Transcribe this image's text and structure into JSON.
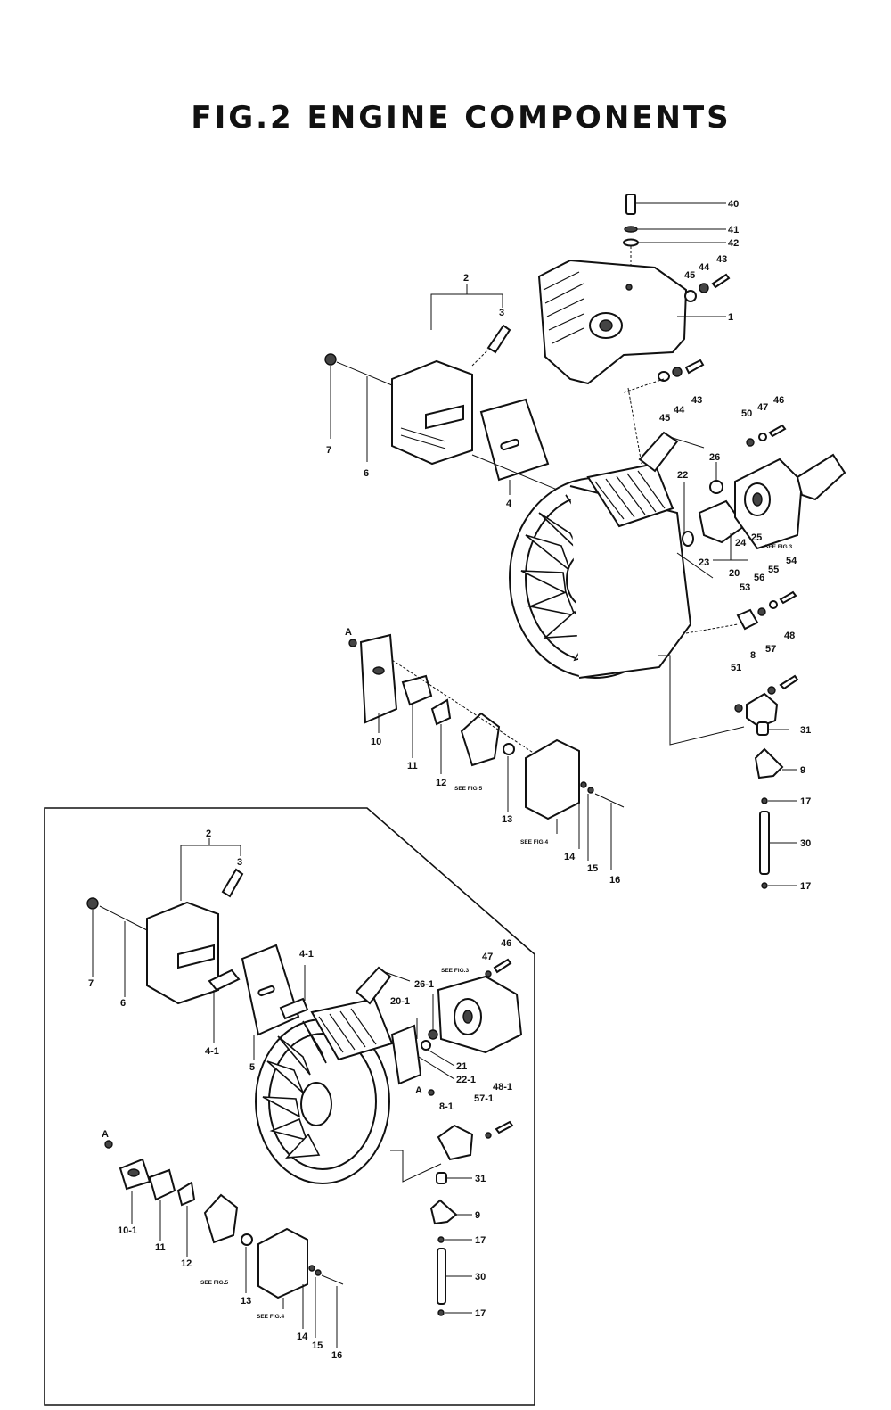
{
  "title": "FIG.2   ENGINE COMPONENTS",
  "main_labels": [
    "40",
    "41",
    "42",
    "43",
    "44",
    "45",
    "1",
    "2",
    "3",
    "7",
    "6",
    "45",
    "44",
    "43",
    "50",
    "47",
    "46",
    "4",
    "26",
    "22",
    "25",
    "24",
    "23",
    "20",
    "56",
    "55",
    "54",
    "53",
    "48",
    "57",
    "51",
    "8",
    "31",
    "9",
    "17",
    "30",
    "17",
    "A",
    "10",
    "11",
    "12",
    "13",
    "14",
    "15",
    "16"
  ],
  "main_refs": [
    "SEE FIG.3",
    "SEE FIG.5",
    "SEE FIG.4"
  ],
  "inset_labels": [
    "2",
    "3",
    "7",
    "6",
    "4-1",
    "4-1",
    "5",
    "47",
    "46",
    "26-1",
    "20-1",
    "21",
    "22-1",
    "48-1",
    "57-1",
    "8-1",
    "A",
    "31",
    "9",
    "17",
    "30",
    "17",
    "A",
    "10-1",
    "11",
    "12",
    "13",
    "14",
    "15",
    "16"
  ],
  "inset_refs": [
    "SEE FIG.3",
    "SEE FIG.5",
    "SEE FIG.4"
  ]
}
